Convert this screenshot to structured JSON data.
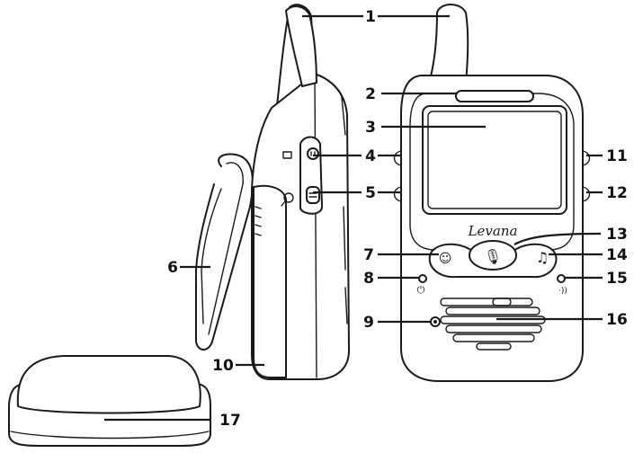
{
  "brand_label": "Levana",
  "callouts": [
    "1",
    "2",
    "3",
    "4",
    "5",
    "6",
    "7",
    "8",
    "9",
    "10",
    "11",
    "12",
    "13",
    "14",
    "15",
    "16",
    "17"
  ],
  "icons": {
    "mic": "🎙",
    "music": "♫",
    "power": "⏻",
    "vox": "·))",
    "talk": "☺"
  }
}
